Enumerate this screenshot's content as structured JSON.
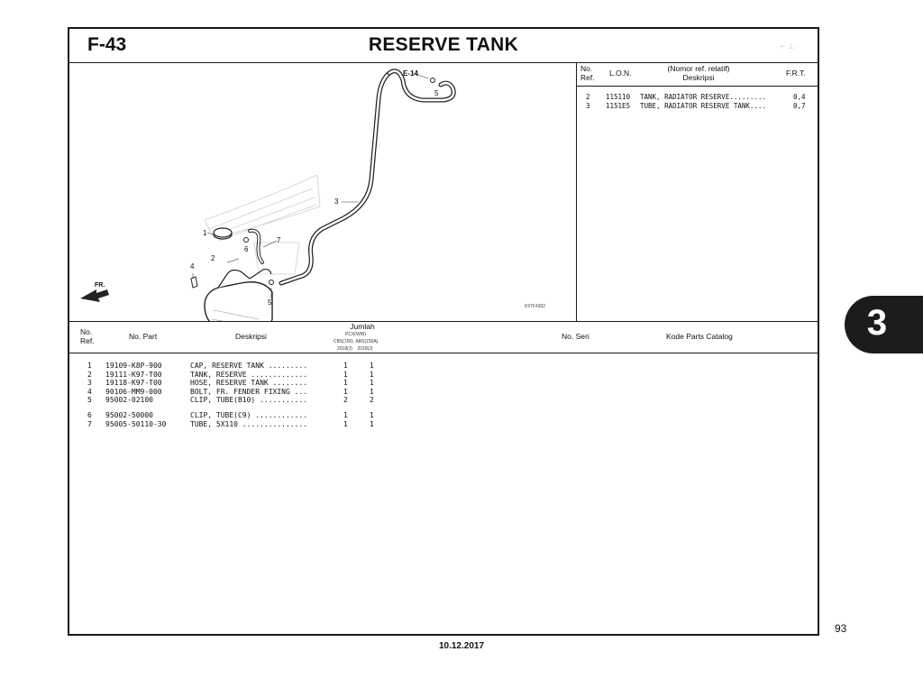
{
  "header": {
    "figure": "F-43",
    "title": "RESERVE TANK"
  },
  "diagram": {
    "callouts": [
      "E-14",
      "5",
      "3",
      "1",
      "6",
      "7",
      "2",
      "4",
      "5",
      "FR."
    ],
    "code": "K97F4302"
  },
  "right_panel": {
    "headers": {
      "no_ref": "No.\nRef.",
      "lon": "L.O.N.",
      "desc": "(Nomor ref. relatif)\nDeskripsi",
      "frt": "F.R.T."
    },
    "rows": [
      {
        "ref": "2",
        "lon": "115110",
        "desc": "TANK, RADIATOR RESERVE.........",
        "frt": "0,4"
      },
      {
        "ref": "3",
        "lon": "1151E5",
        "desc": "TUBE, RADIATOR RESERVE TANK....",
        "frt": "0,7"
      }
    ]
  },
  "table": {
    "headers": {
      "no_ref": "No.\nRef.",
      "no_part": "No. Part",
      "desc": "Deskripsi",
      "jumlah": "Jumlah",
      "model": "PCX(WW)",
      "variants": "CBS(150)  ABS(150A)",
      "years": "2018(J)    2018(J)",
      "serial": "No. Seri",
      "catalog": "Kode Parts Catalog"
    },
    "rows": [
      {
        "ref": "1",
        "part": "19109-K8P-900",
        "desc": "CAP, RESERVE TANK .........",
        "q1": "1",
        "q2": "1"
      },
      {
        "ref": "2",
        "part": "19111-K97-T00",
        "desc": "TANK, RESERVE .............",
        "q1": "1",
        "q2": "1"
      },
      {
        "ref": "3",
        "part": "19118-K97-T00",
        "desc": "HOSE, RESERVE TANK ........",
        "q1": "1",
        "q2": "1"
      },
      {
        "ref": "4",
        "part": "90106-MM9-000",
        "desc": "BOLT, FR. FENDER FIXING ...",
        "q1": "1",
        "q2": "1"
      },
      {
        "ref": "5",
        "part": "95002-02100",
        "desc": "CLIP, TUBE(B10) ...........",
        "q1": "2",
        "q2": "2"
      },
      {
        "ref": "6",
        "part": "95002-50000",
        "desc": "CLIP, TUBE(C9) ............",
        "q1": "1",
        "q2": "1"
      },
      {
        "ref": "7",
        "part": "95005-50110-30",
        "desc": "TUBE, 5X110 ...............",
        "q1": "1",
        "q2": "1"
      }
    ]
  },
  "section_tab": "3",
  "page_number": "93",
  "date": "10.12.2017"
}
